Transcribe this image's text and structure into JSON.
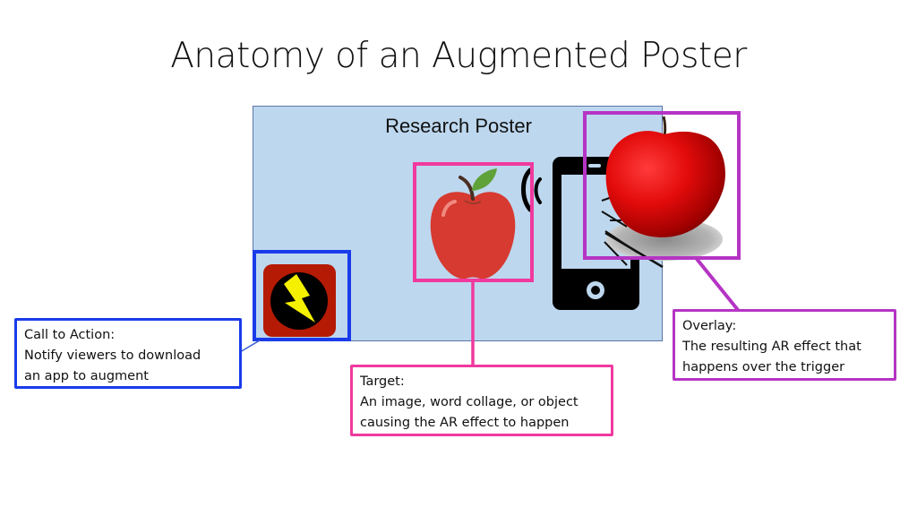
{
  "slide": {
    "title": "Anatomy of an Augmented Poster"
  },
  "poster": {
    "label": "Research Poster",
    "background": "#bdd7ee",
    "elements": {
      "app_icon": "lightning-app-icon",
      "target_image": "apple-icon",
      "phone": "smartphone-icon",
      "signal": "signal-waves-icon",
      "overlay_image": "3d-apple-overlay"
    }
  },
  "callouts": {
    "call_to_action": {
      "heading": "Call to Action:",
      "lines": [
        "Notify viewers to download",
        "an app to augment"
      ],
      "color": "#1a3bea"
    },
    "target": {
      "heading": "Target:",
      "lines": [
        "An image, word collage, or object",
        "causing the AR effect to happen"
      ],
      "color": "#f0399e"
    },
    "overlay": {
      "heading": "Overlay:",
      "lines": [
        "The resulting AR effect that",
        "happens over the trigger"
      ],
      "color": "#b534c4"
    }
  }
}
